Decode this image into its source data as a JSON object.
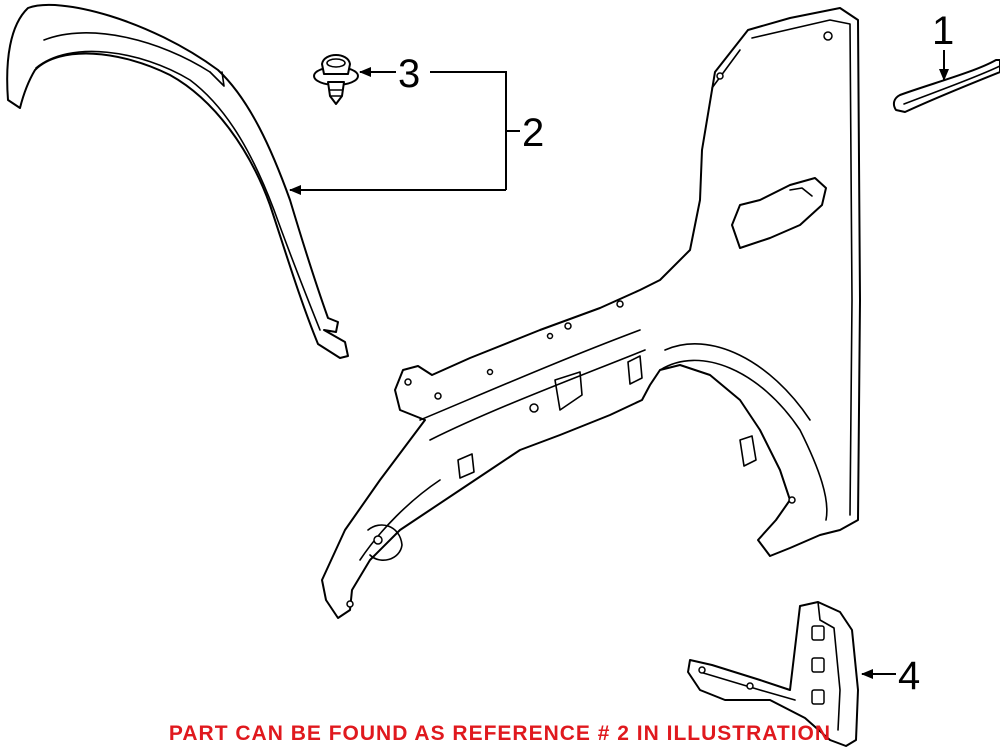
{
  "callouts": [
    {
      "label": "1",
      "part": "wheel-arch-trim-strip"
    },
    {
      "label": "2",
      "part": "fender-flare"
    },
    {
      "label": "3",
      "part": "push-clip"
    },
    {
      "label": "4",
      "part": "mud-flap"
    }
  ],
  "footer": {
    "note": "PART CAN BE FOUND AS REFERENCE # 2 IN ILLUSTRATION",
    "color": "#e0191e"
  },
  "colors": {
    "line": "#000000",
    "background": "#ffffff"
  }
}
